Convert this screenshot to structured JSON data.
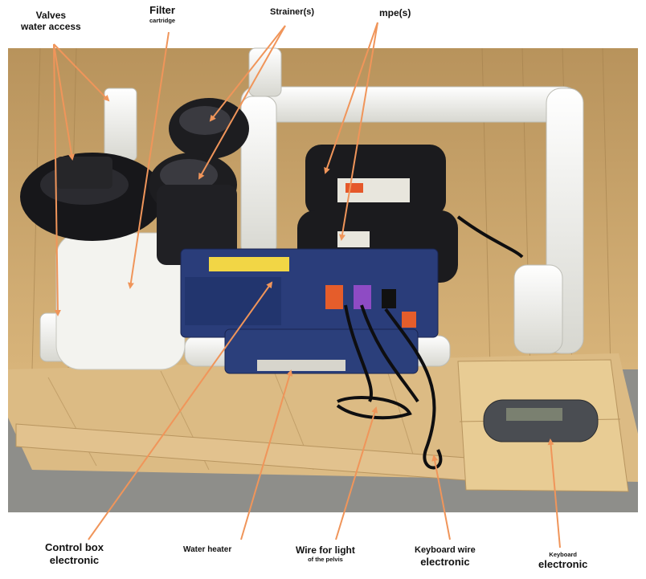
{
  "labels": {
    "valves_line1": "Valves",
    "valves_line2": "water access",
    "filter_title": "Filter",
    "filter_sub": "cartridge",
    "strainers": "Strainer(s)",
    "pumps": "mpe(s)",
    "control_box_line1": "Control box",
    "control_box_line2": "electronic",
    "water_heater": "Water heater",
    "wire_light_title": "Wire for light",
    "wire_light_sub": "of the pelvis",
    "keyboard_wire_line1": "Keyboard wire",
    "keyboard_wire_line2": "electronic",
    "keyboard_title": "Keyboard",
    "keyboard_sub": "electronic"
  },
  "colors": {
    "arrow": "#f0955a",
    "wood": "#d9b57c",
    "wall": "#c9a86e",
    "floor": "#8a8a86",
    "pipe": "#efefea",
    "pump_black": "#1c1c1e",
    "control_box_blue": "#283c78",
    "keypad_grey": "#4a4d52"
  }
}
